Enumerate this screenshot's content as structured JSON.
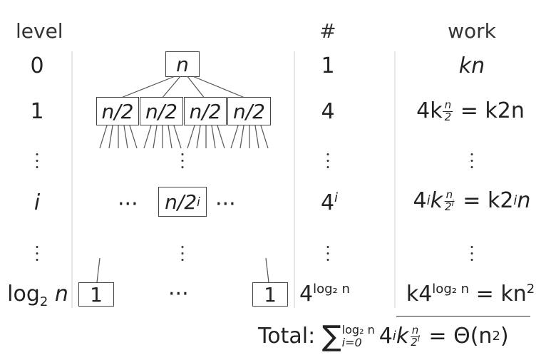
{
  "headers": {
    "level": "level",
    "count": "#",
    "work": "work"
  },
  "rows": [
    {
      "level": "0",
      "count": "1",
      "work": "kn"
    },
    {
      "level": "1",
      "count": "4",
      "work_left": "4k",
      "work_frac_num": "n",
      "work_frac_den": "2",
      "work_right": "= k2n"
    },
    {
      "level": "i",
      "count_base": "4",
      "count_exp": "i",
      "work_base": "4",
      "work_exp": "i",
      "work_k": "k",
      "work_frac_num": "n",
      "work_frac_den_base": "2",
      "work_frac_den_exp": "i",
      "work_right_a": "= k2",
      "work_right_exp": "i",
      "work_right_b": "n"
    },
    {
      "level_base": "log",
      "level_sub": "2",
      "level_var": "n",
      "count_base": "4",
      "count_exp": "log₂ n",
      "work_a": "k4",
      "work_exp": "log₂ n",
      "work_b": "= kn",
      "work_b_exp": "2"
    }
  ],
  "tree": {
    "root": "n",
    "level1_nodes": [
      "n/2",
      "n/2",
      "n/2",
      "n/2"
    ],
    "level_i_node": "n/2",
    "level_i_exp": "i",
    "ellipsis": "···",
    "leaf": "1"
  },
  "total": {
    "label": "Total:",
    "sigma": "∑",
    "upper": "log₂ n",
    "lower": "i=0",
    "term_base": "4",
    "term_exp": "i",
    "term_k": "k",
    "frac_num": "n",
    "frac_den_base": "2",
    "frac_den_exp": "i",
    "result_a": "= Θ(n",
    "result_exp": "2",
    "result_b": ")"
  }
}
